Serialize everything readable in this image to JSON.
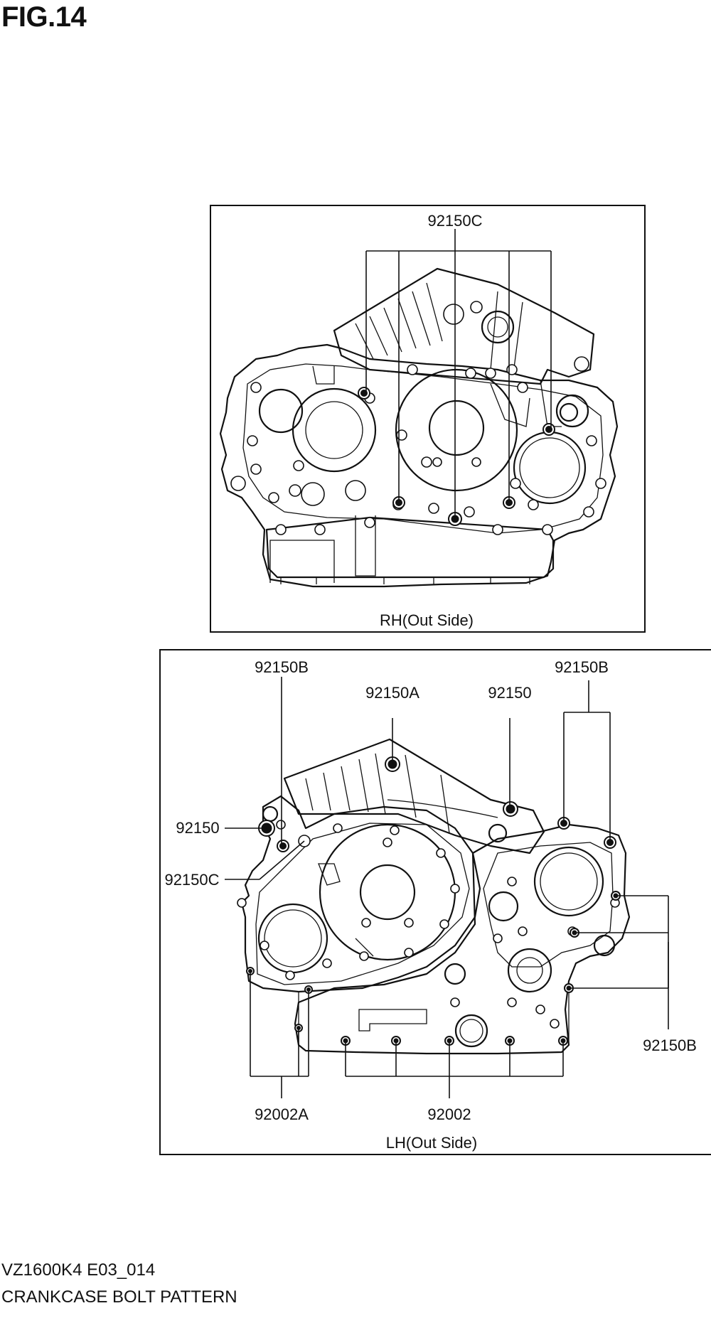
{
  "figure": {
    "title": "FIG.14",
    "code": "VZ1600K4 E03_014",
    "caption": "CRANKCASE BOLT PATTERN"
  },
  "panels": {
    "rh": {
      "label": "RH(Out Side)",
      "callouts": {
        "c_92150C": "92150C"
      }
    },
    "lh": {
      "label": "LH(Out Side)",
      "callouts": {
        "c_92150B_top": "92150B",
        "c_92150A": "92150A",
        "c_92150_top": "92150",
        "c_92150B_right": "92150B",
        "c_92150_left": "92150",
        "c_92150C": "92150C",
        "c_92150B_side": "92150B",
        "c_92002A": "92002A",
        "c_92002": "92002"
      }
    }
  },
  "colors": {
    "line": "#111111",
    "background": "#ffffff"
  }
}
